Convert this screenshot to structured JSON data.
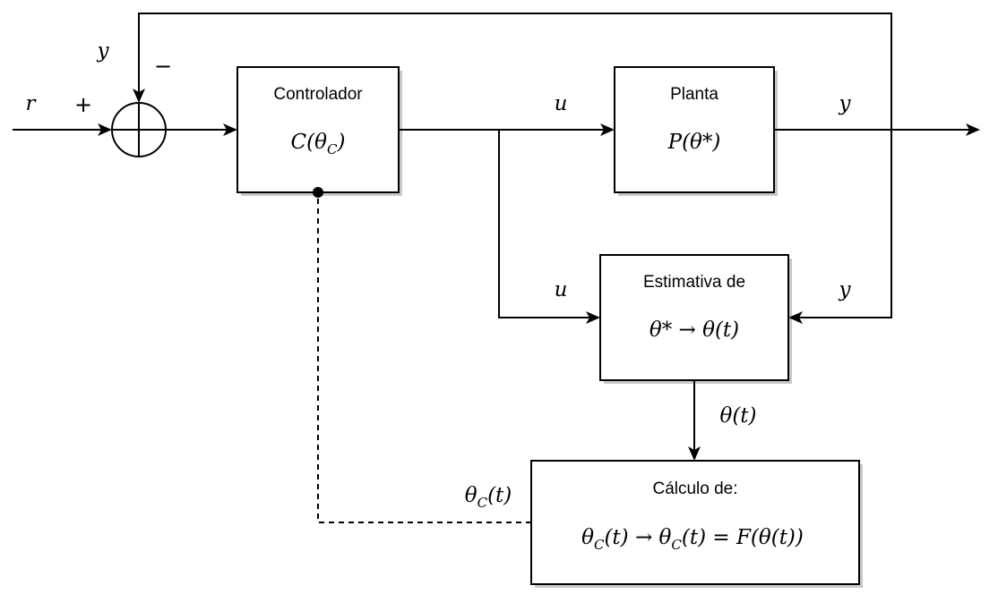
{
  "blocks": {
    "controller": {
      "title": "Controlador",
      "fn": "C(",
      "arg": "θ",
      "arg_sub": "C",
      "close": ")"
    },
    "plant": {
      "title": "Planta",
      "expr": "P(θ*)"
    },
    "estimator": {
      "title": "Estimativa de",
      "expr": "θ* → θ(t)"
    },
    "calc": {
      "title": "Cálculo de:",
      "a": "θ",
      "a_sub": "C",
      "b": "(t) → θ",
      "b_sub": "C",
      "c": "(t) = F(θ(t))"
    }
  },
  "signals": {
    "reference": "r",
    "feedback": "y",
    "plus": "+",
    "minus": "−",
    "control_to_plant": "u",
    "control_to_estimator": "u",
    "plant_output": "y",
    "output_to_estimator": "y",
    "estimate": "θ(t)",
    "controller_params": "θ",
    "controller_params_sub": "C",
    "controller_params_tail": "(t)"
  }
}
